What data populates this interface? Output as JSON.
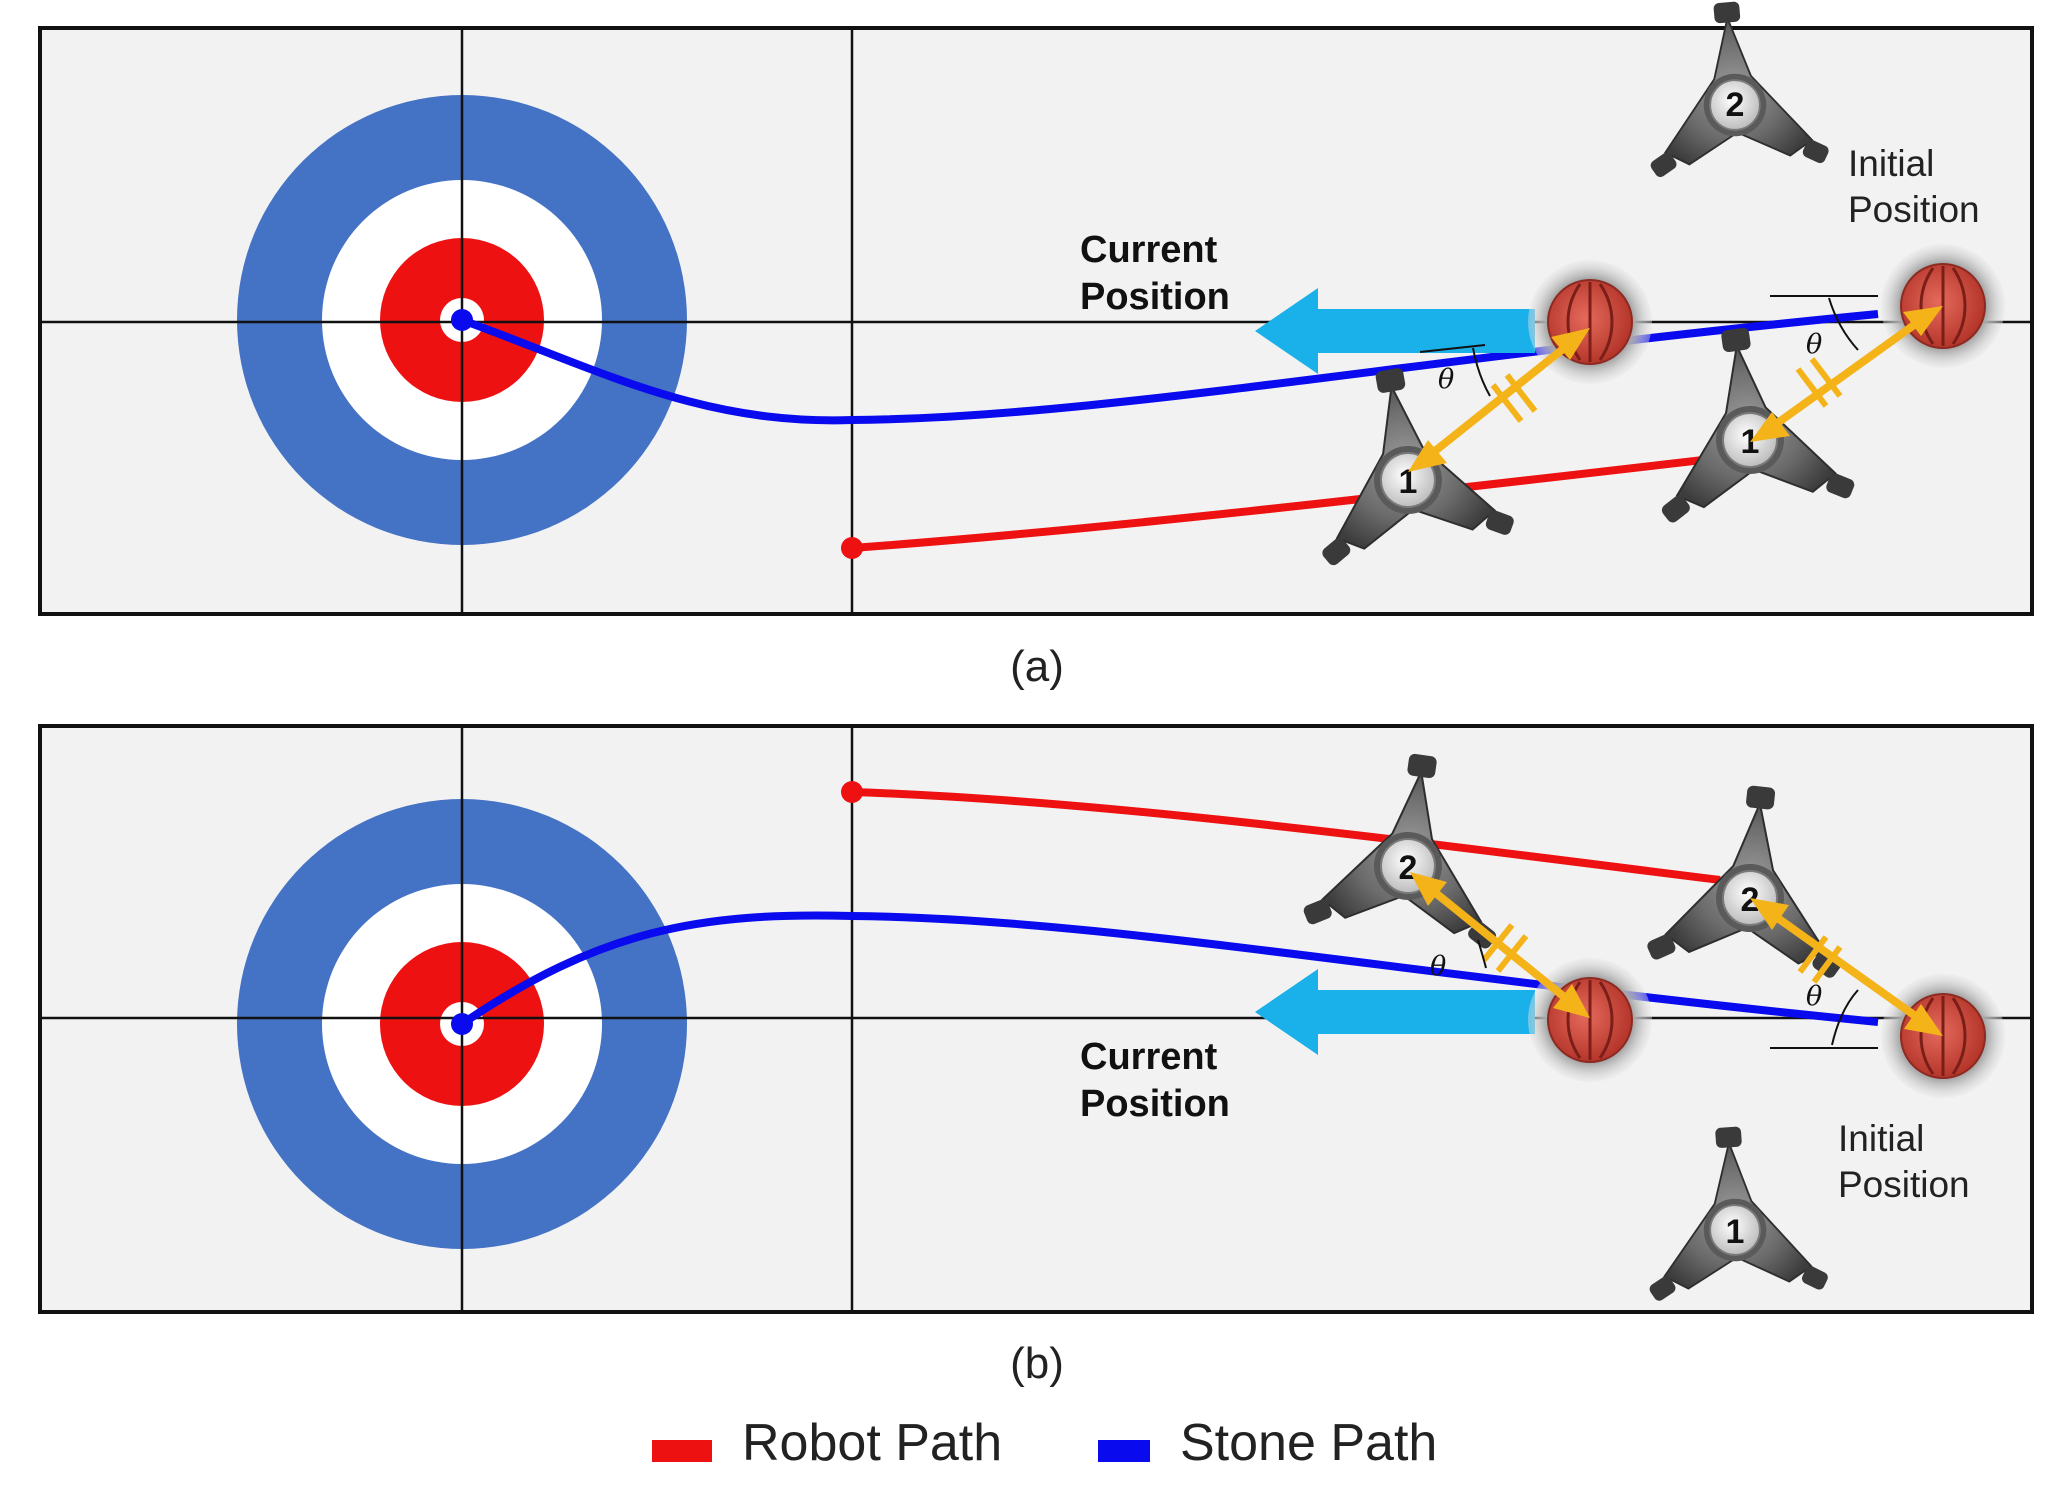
{
  "panel_a": {
    "caption": "(a)",
    "current_label_line1": "Current",
    "current_label_line2": "Position",
    "initial_label_line1": "Initial",
    "initial_label_line2": "Position",
    "angle_symbol": "θ",
    "robots": [
      {
        "id": "robot-1-current",
        "number": "1"
      },
      {
        "id": "robot-1-initial",
        "number": "1"
      },
      {
        "id": "robot-2-idle",
        "number": "2"
      }
    ]
  },
  "panel_b": {
    "caption": "(b)",
    "current_label_line1": "Current",
    "current_label_line2": "Position",
    "initial_label_line1": "Initial",
    "initial_label_line2": "Position",
    "angle_symbol": "θ",
    "robots": [
      {
        "id": "robot-2-current",
        "number": "2"
      },
      {
        "id": "robot-2-initial",
        "number": "2"
      },
      {
        "id": "robot-1-idle",
        "number": "1"
      }
    ]
  },
  "legend": {
    "robot_path": "Robot Path",
    "stone_path": "Stone Path"
  },
  "colors": {
    "robot_path": "#ee1111",
    "stone_path": "#0a0aee",
    "house_outer": "#4472c4",
    "house_inner": "#ee1111",
    "sheet": "#f2f2f2",
    "velocity_arrow": "#1ab0ea",
    "link_arrow": "#f5b31a"
  }
}
